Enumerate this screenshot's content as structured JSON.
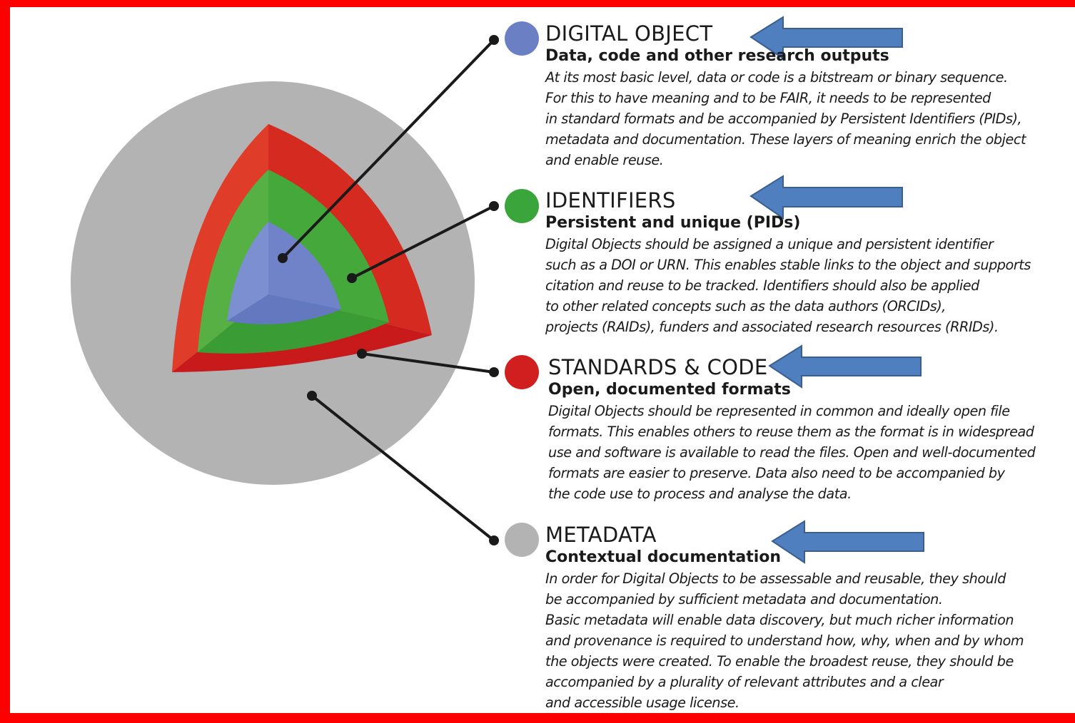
{
  "sections": [
    {
      "title": "DIGITAL OBJECT",
      "subtitle": "Data, code and other research outputs",
      "body": [
        "At its most basic level, data or code is a bitstream or binary sequence.",
        "For this to have meaning and to be FAIR, it needs to be represented",
        "in standard formats and be accompanied by Persistent Identifiers (PIDs),",
        "metadata and documentation. These layers of meaning enrich the object",
        "and enable reuse."
      ],
      "color": "#6b7fc4"
    },
    {
      "title": "IDENTIFIERS",
      "subtitle": "Persistent and unique (PIDs)",
      "body": [
        "Digital Objects should be assigned a unique and persistent identifier",
        "such as a DOI or URN. This enables stable links to the object and supports",
        "citation and reuse to be tracked. Identifiers should also be applied",
        "to other related concepts such as the data authors (ORCIDs),",
        "projects (RAIDs), funders and associated research resources (RRIDs)."
      ],
      "color": "#3aa53a"
    },
    {
      "title": "STANDARDS & CODE",
      "subtitle": "Open, documented formats",
      "body": [
        "Digital Objects should be represented in common and ideally open file",
        "formats. This enables others to reuse them as the format is in widespread",
        "use and software is available to read the files. Open and well-documented",
        "formats are easier to preserve. Data also need to be accompanied by",
        "the code use to process and analyse the data."
      ],
      "color": "#d11f1f"
    },
    {
      "title": "METADATA",
      "subtitle": "Contextual documentation",
      "body": [
        "In order for Digital Objects to be assessable and reusable, they should",
        "be accompanied by sufficient metadata and documentation.",
        "Basic metadata will enable data discovery, but much richer information",
        "and provenance is required to understand how, why, when and by whom",
        "the objects were created. To enable the broadest reuse, they should be",
        "accompanied by a plurality of relevant attributes and a clear",
        "and accessible usage license."
      ],
      "color": "#b3b3b3"
    }
  ],
  "colors": {
    "frame": "#ff0000",
    "arrow_fill": "#4f7fbf",
    "arrow_stroke": "#3a5f8f"
  }
}
